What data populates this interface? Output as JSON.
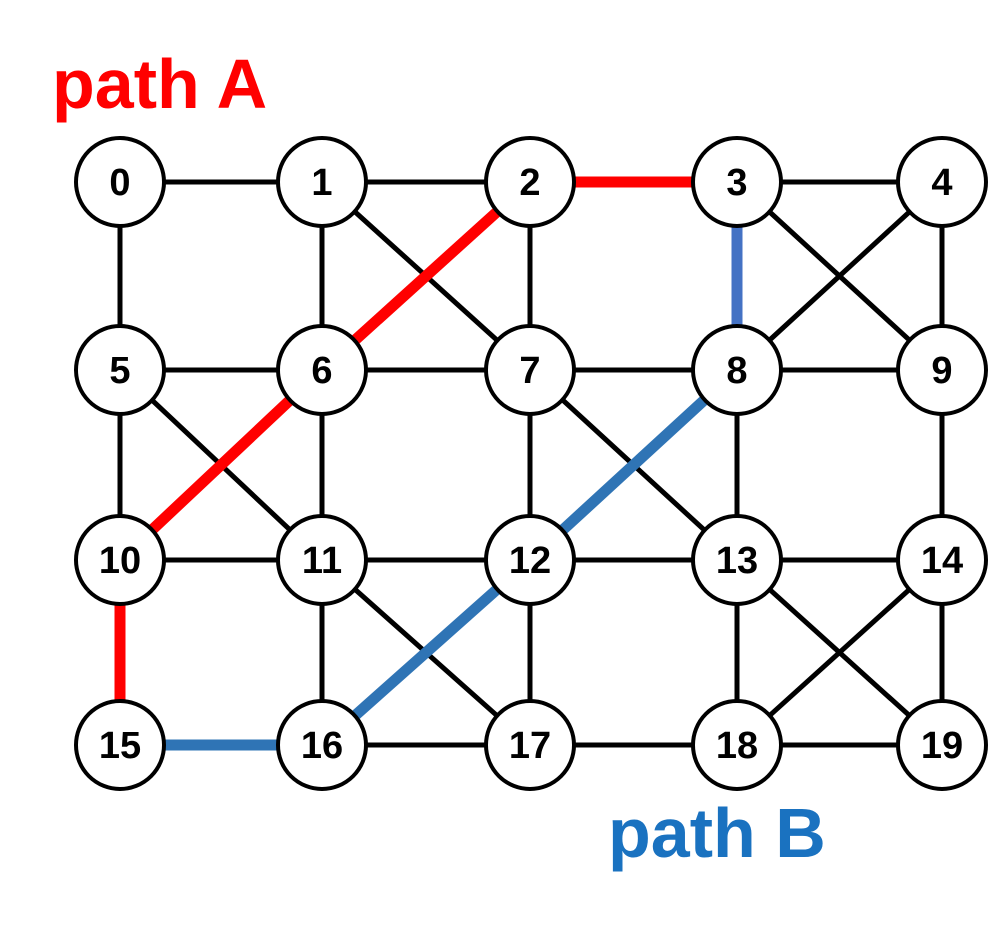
{
  "title_a": "path A",
  "title_b": "path B",
  "colors": {
    "path_a": "#ff0000",
    "path_b": "#2f74b5",
    "path_b_alt": "#4472c4",
    "edge": "#000000",
    "node_fill": "#ffffff",
    "title_b": "#1a72c0"
  },
  "nodes": [
    {
      "id": 0,
      "label": "0"
    },
    {
      "id": 1,
      "label": "1"
    },
    {
      "id": 2,
      "label": "2"
    },
    {
      "id": 3,
      "label": "3"
    },
    {
      "id": 4,
      "label": "4"
    },
    {
      "id": 5,
      "label": "5"
    },
    {
      "id": 6,
      "label": "6"
    },
    {
      "id": 7,
      "label": "7"
    },
    {
      "id": 8,
      "label": "8"
    },
    {
      "id": 9,
      "label": "9"
    },
    {
      "id": 10,
      "label": "10"
    },
    {
      "id": 11,
      "label": "11"
    },
    {
      "id": 12,
      "label": "12"
    },
    {
      "id": 13,
      "label": "13"
    },
    {
      "id": 14,
      "label": "14"
    },
    {
      "id": 15,
      "label": "15"
    },
    {
      "id": 16,
      "label": "16"
    },
    {
      "id": 17,
      "label": "17"
    },
    {
      "id": 18,
      "label": "18"
    },
    {
      "id": 19,
      "label": "19"
    }
  ],
  "edges": [
    [
      0,
      1
    ],
    [
      1,
      2
    ],
    [
      3,
      4
    ],
    [
      0,
      5
    ],
    [
      1,
      6
    ],
    [
      2,
      7
    ],
    [
      4,
      9
    ],
    [
      1,
      7
    ],
    [
      3,
      9
    ],
    [
      4,
      8
    ],
    [
      5,
      6
    ],
    [
      6,
      7
    ],
    [
      7,
      8
    ],
    [
      8,
      9
    ],
    [
      5,
      10
    ],
    [
      6,
      11
    ],
    [
      7,
      12
    ],
    [
      8,
      13
    ],
    [
      9,
      14
    ],
    [
      5,
      11
    ],
    [
      7,
      13
    ],
    [
      10,
      11
    ],
    [
      11,
      12
    ],
    [
      12,
      13
    ],
    [
      13,
      14
    ],
    [
      11,
      16
    ],
    [
      12,
      17
    ],
    [
      13,
      18
    ],
    [
      14,
      19
    ],
    [
      11,
      17
    ],
    [
      13,
      19
    ],
    [
      14,
      18
    ],
    [
      16,
      17
    ],
    [
      17,
      18
    ],
    [
      18,
      19
    ]
  ],
  "path_a_edges": [
    [
      2,
      3
    ],
    [
      2,
      6
    ],
    [
      6,
      10
    ],
    [
      10,
      15
    ]
  ],
  "path_b_edges": [
    [
      3,
      8
    ],
    [
      8,
      12
    ],
    [
      12,
      16
    ],
    [
      15,
      16
    ]
  ]
}
